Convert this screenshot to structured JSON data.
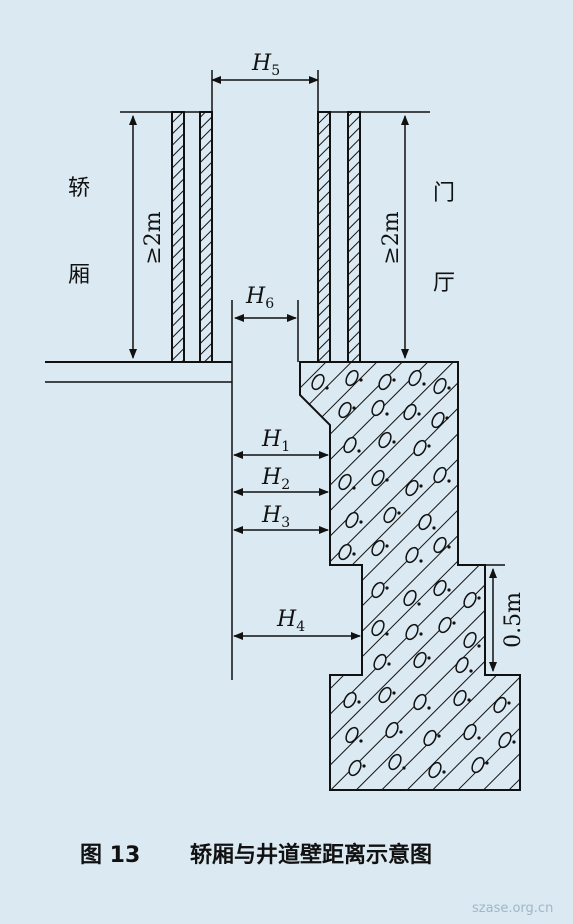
{
  "labels": {
    "h5": "H",
    "h5_sub": "5",
    "h6": "H",
    "h6_sub": "6",
    "h1": "H",
    "h1_sub": "1",
    "h2": "H",
    "h2_sub": "2",
    "h3": "H",
    "h3_sub": "3",
    "h4": "H",
    "h4_sub": "4",
    "car_char1": "轿",
    "car_char2": "厢",
    "hall_char1": "门",
    "hall_char2": "厅",
    "min_height_left": "≥2m",
    "min_height_right": "≥2m",
    "step_height": "0.5m"
  },
  "caption": {
    "number": "图 13",
    "title": "轿厢与井道壁距离示意图"
  },
  "watermark": "szase.org.cn",
  "colors": {
    "background": "#dbe9f2",
    "ink": "#111111"
  }
}
